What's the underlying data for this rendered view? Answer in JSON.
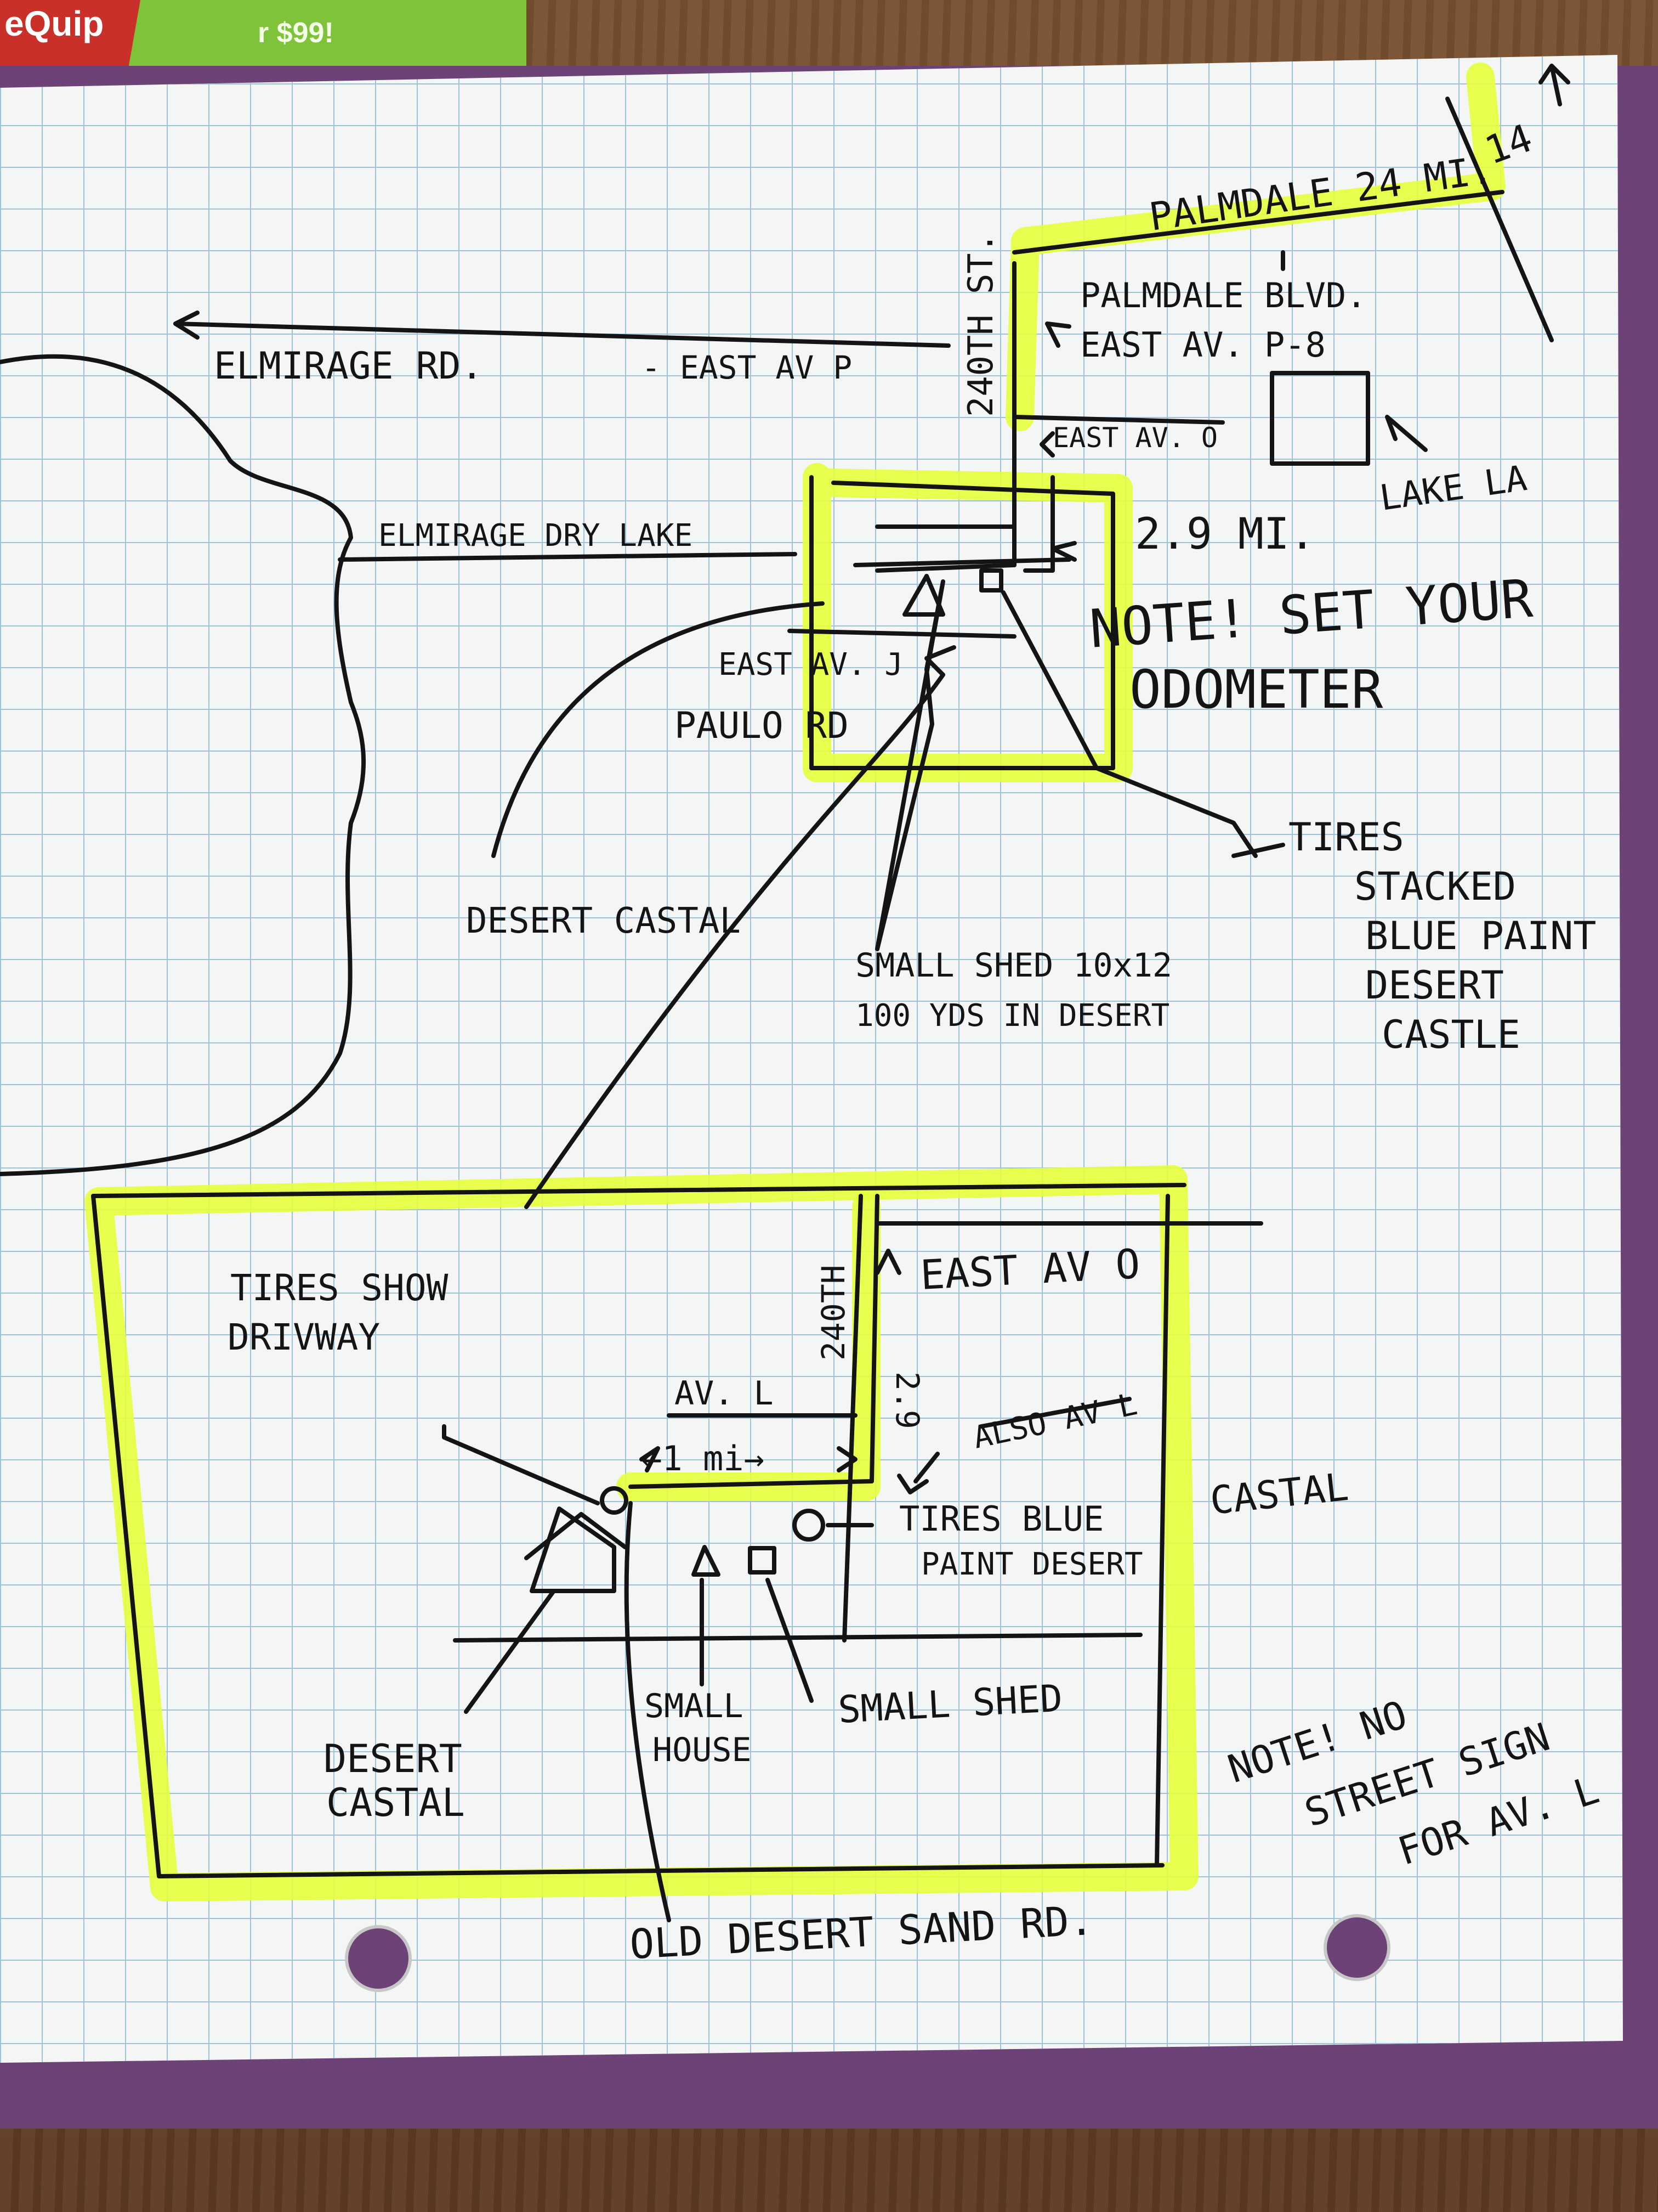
{
  "flyer": {
    "brand": "eQuip",
    "promo": "r $99!"
  },
  "colors": {
    "paper": "#f4f6f6",
    "grid": "#9cc3d8",
    "ink": "#141414",
    "highlighter": "#e6ff3c",
    "binder": "#6d4277",
    "wood": "#6e4a2c"
  },
  "map": {
    "top_inset": {
      "palmdale_distance": "PALMDALE 24 MI.",
      "hwy_14_label": "14",
      "palmdale_blvd": "PALMDALE BLVD.",
      "east_av_p8": "EAST AV. P-8",
      "elmirage_rd": "ELMIRAGE RD.",
      "east_av_p": "- EAST AV P",
      "street_240th": "240TH ST.",
      "east_av_o": "EAST AV. O",
      "lake_la": "LAKE LA",
      "elmirage_dry_lake": "ELMIRAGE DRY LAKE",
      "distance_29": "2.9 MI.",
      "note_odometer_1": "NOTE! SET YOUR",
      "note_odometer_2": "ODOMETER",
      "east_av_j": "EAST AV. J",
      "paulo_rd": "PAULO RD",
      "desert_castal": "DESERT CASTAL",
      "shed_1": "SMALL SHED 10x12",
      "shed_2": "100 YDS IN DESERT",
      "tires_1": "TIRES",
      "tires_2": "STACKED",
      "tires_3": "BLUE PAINT",
      "tires_4": "DESERT",
      "tires_5": "CASTLE"
    },
    "detail": {
      "street_240th": "240TH",
      "east_av_o": "EAST AV O",
      "tires_show_1": "TIRES SHOW",
      "tires_show_2": "DRIVWAY",
      "av_l": "AV. L",
      "one_mi": "←1 mi→",
      "dist_29": "2.9",
      "also_av_l": "ALSO AV L",
      "tires_blue_1": "TIRES BLUE",
      "tires_blue_2": "PAINT DESERT",
      "castal": "CASTAL",
      "desert_castal_1": "DESERT",
      "desert_castal_2": "CASTAL",
      "small_house_1": "SMALL",
      "small_house_2": "HOUSE",
      "small_shed": "SMALL SHED",
      "old_desert_sand_rd": "OLD DESERT SAND RD.",
      "note_1": "NOTE! NO",
      "note_2": "STREET SIGN",
      "note_3": "FOR AV. L"
    }
  }
}
